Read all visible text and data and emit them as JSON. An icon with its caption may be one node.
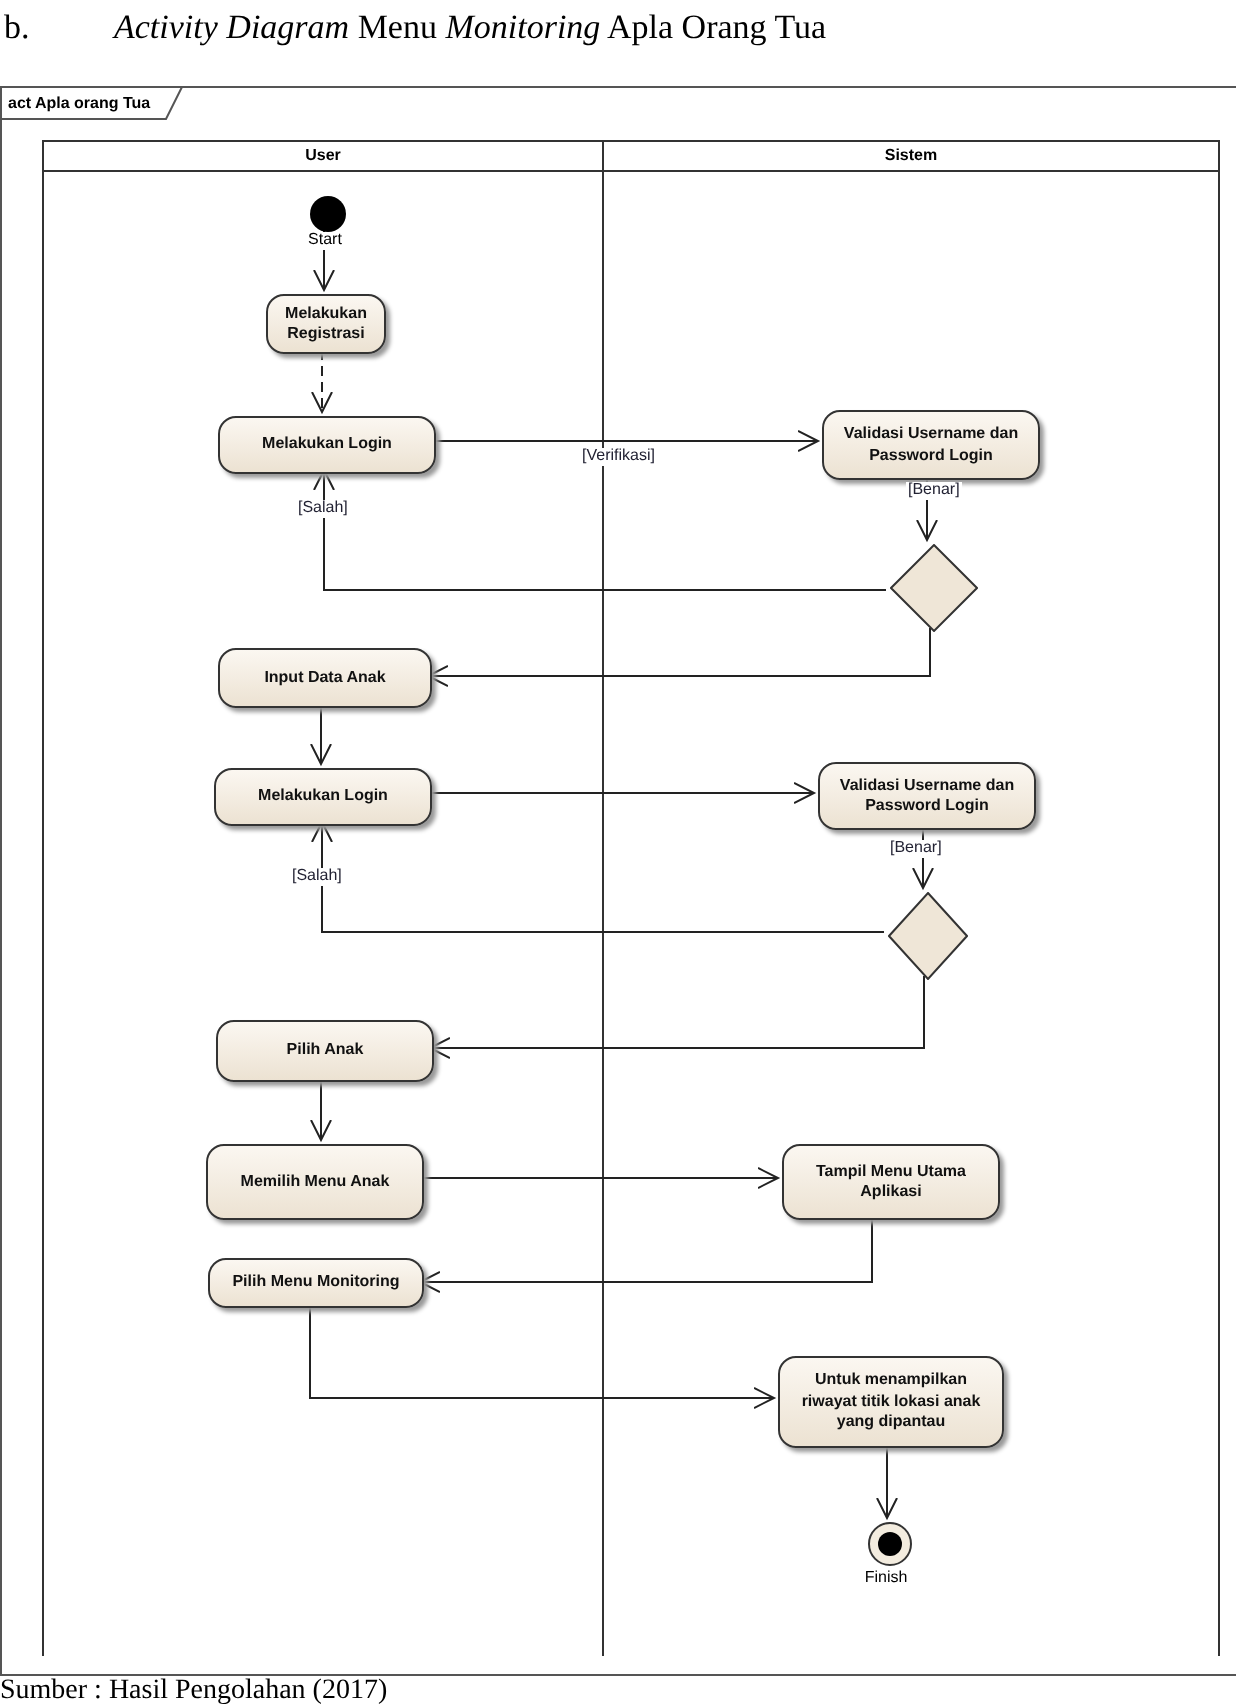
{
  "diagram": {
    "title": "*Activity Diagram* Menu *Monitoring* Apla Orang Tua",
    "caption": "Sumber : Hasil Pengolahan (2017)",
    "labels": [
      "b."
    ],
    "nodes": [
      {
        "text": [
          "act Apla orang Tua"
        ]
      },
      {
        "text": [
          "User"
        ],
        "in": 0
      },
      {
        "text": [
          "Sistem"
        ],
        "in": 0
      },
      {
        "text": [],
        "shape": "circle",
        "in": 1,
        "beside": [
          "Start"
        ]
      },
      {
        "text": [
          "Melakukan Registrasi"
        ],
        "in": 1
      },
      {
        "text": [
          "Melakukan Login"
        ],
        "in": 1
      },
      {
        "text": [
          "Validasi Username dan Password Login"
        ],
        "in": 2
      },
      {
        "text": [],
        "shape": "diamond",
        "in": 2
      },
      {
        "text": [
          "Input Data Anak"
        ],
        "in": 1
      },
      {
        "text": [
          "Melakukan Login"
        ],
        "in": 1
      },
      {
        "text": [
          "Validasi Username dan Password Login"
        ],
        "in": 2
      },
      {
        "text": [],
        "shape": "diamond",
        "in": 2
      },
      {
        "text": [
          "Pilih Anak"
        ],
        "in": 1
      },
      {
        "text": [
          "Memilih Menu Anak"
        ],
        "in": 1
      },
      {
        "text": [
          "Tampil Menu Utama Aplikasi"
        ],
        "in": 2
      },
      {
        "text": [
          "Pilih Menu Monitoring"
        ],
        "in": 1
      },
      {
        "text": [
          "Untuk menampilkan riwayat titik lokasi anak yang dipantau"
        ],
        "in": 2
      },
      {
        "text": [],
        "shape": "circle",
        "in": 2,
        "beside": [
          "Finish"
        ]
      }
    ],
    "edges": [
      {
        "from": 3,
        "to": 4,
        "arrow": "to"
      },
      {
        "from": 4,
        "to": 5,
        "arrow": "to",
        "style": "dashed"
      },
      {
        "from": 5,
        "to": 6,
        "arrow": "to",
        "label": "[Verifikasi]"
      },
      {
        "from": 6,
        "to": 7,
        "arrow": "to",
        "label": "[Benar]"
      },
      {
        "from": 7,
        "to": 5,
        "arrow": "to",
        "label": "[Salah]"
      },
      {
        "from": 7,
        "to": 8,
        "arrow": "to"
      },
      {
        "from": 8,
        "to": 9,
        "arrow": "to"
      },
      {
        "from": 9,
        "to": 10,
        "arrow": "to"
      },
      {
        "from": 10,
        "to": 11,
        "arrow": "to",
        "label": "[Benar]"
      },
      {
        "from": 11,
        "to": 9,
        "arrow": "to",
        "label": "[Salah]"
      },
      {
        "from": 11,
        "to": 12,
        "arrow": "to"
      },
      {
        "from": 12,
        "to": 13,
        "arrow": "to"
      },
      {
        "from": 13,
        "to": 14,
        "arrow": "to"
      },
      {
        "from": 14,
        "to": 15,
        "arrow": "to"
      },
      {
        "from": 15,
        "to": 16,
        "arrow": "to"
      },
      {
        "from": 16,
        "to": 17,
        "arrow": "to"
      }
    ]
  }
}
